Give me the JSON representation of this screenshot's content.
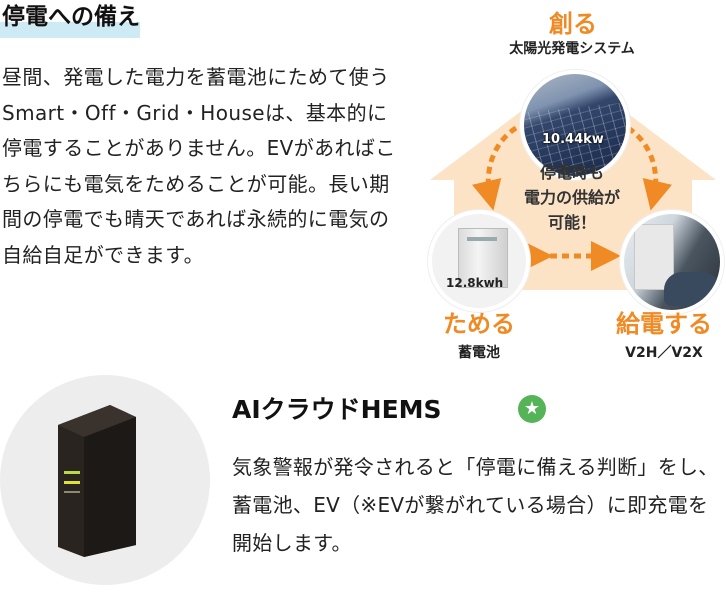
{
  "section": {
    "heading": "停電への備え",
    "body": "昼間、発電した電力を蓄電池にためて使うSmart・Off・Grid・Houseは、基本的に停電することがありません。EVがあればこちらにも電気をためることが可能。長い期間の停電でも晴天であれば永続的に電気の自給自足ができます。"
  },
  "diagram": {
    "create": {
      "title": "創る",
      "subtitle": "太陽光発電システム",
      "value": "10.44kw"
    },
    "store": {
      "title": "ためる",
      "subtitle": "蓄電池",
      "value": "12.8kwh"
    },
    "supply": {
      "title": "給電する",
      "subtitle": "V2H／V2X"
    },
    "center_line1": "停電時も",
    "center_line2": "電力の供給が",
    "center_line3": "可能！",
    "colors": {
      "accent": "#f08a24",
      "house": "#fde3c6",
      "star": "#54b457"
    }
  },
  "hems": {
    "title": "AIクラウドHEMS",
    "badge_icon": "star-icon",
    "description": "気象警報が発令されると「停電に備える判断」をし、蓄電池、EV（※EVが繋がれている場合）に即充電を開始します。"
  }
}
